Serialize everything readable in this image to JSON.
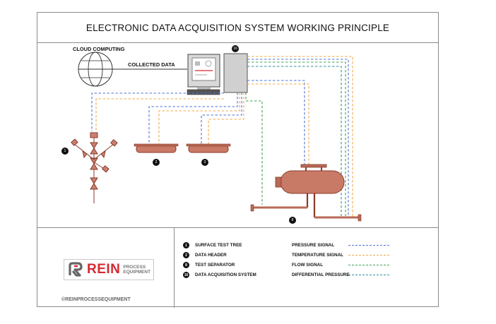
{
  "title": "ELECTRONIC DATA ACQUISITION SYSTEM WORKING PRINCIPLE",
  "diagram": {
    "cloud_label": "CLOUD COMPUTING",
    "collected_label": "COLLECTED DATA",
    "badges": {
      "das": "16",
      "tree": "1",
      "header_left": "2",
      "header_right": "3",
      "separator": "8"
    }
  },
  "legend": {
    "items": [
      {
        "badge": "1",
        "label": "SURFACE TEST TREE"
      },
      {
        "badge": "2",
        "label": "DATA HEADER"
      },
      {
        "badge": "8",
        "label": "TEST SEPARATOR"
      },
      {
        "badge": "16",
        "label": "DATA ACQUISITION SYSTEM"
      }
    ],
    "signals": [
      {
        "label": "PRESSURE SIGNAL",
        "color": "#4f74d6"
      },
      {
        "label": "TEMPERATURE SIGNAL",
        "color": "#f2a84a"
      },
      {
        "label": "FLOW  SIGNAL",
        "color": "#3fa255"
      },
      {
        "label": "DIFFERENTIAL PRESSURE",
        "color": "#2e8fa0"
      }
    ]
  },
  "logo": {
    "word": "REIN",
    "sub_line1": "PROCESS",
    "sub_line2": "EQUIPMENT",
    "copyright": "©REINPROCESSEQUIPMENT"
  }
}
